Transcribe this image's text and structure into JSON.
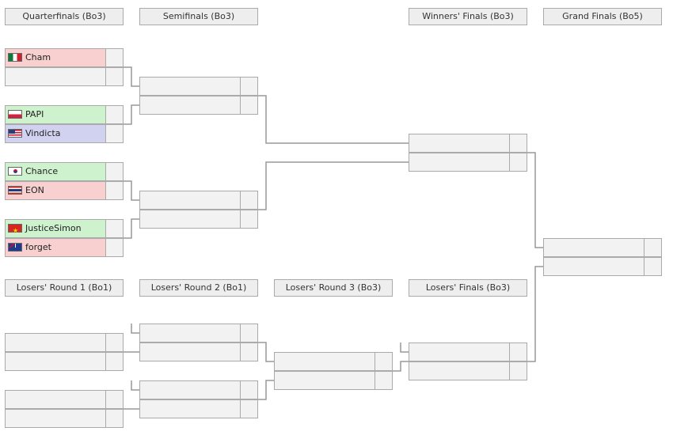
{
  "headers": {
    "quarterfinals": "Quarterfinals (Bo3)",
    "semifinals": "Semifinals (Bo3)",
    "winners_finals": "Winners' Finals (Bo3)",
    "grand_finals": "Grand Finals (Bo5)",
    "losers_r1": "Losers' Round 1 (Bo1)",
    "losers_r2": "Losers' Round 2 (Bo1)",
    "losers_r3": "Losers' Round 3 (Bo3)",
    "losers_finals": "Losers' Finals (Bo3)"
  },
  "quarterfinals": [
    {
      "top": {
        "name": "Cham",
        "flag": "mexico-flag",
        "status": "lose"
      },
      "bottom": {
        "name": "",
        "status": "empty"
      }
    },
    {
      "top": {
        "name": "PAPI",
        "flag": "poland-flag",
        "status": "win"
      },
      "bottom": {
        "name": "Vindicta",
        "flag": "usa-flag",
        "status": "alt"
      }
    },
    {
      "top": {
        "name": "Chance",
        "flag": "korea-flag",
        "status": "win"
      },
      "bottom": {
        "name": "EON",
        "flag": "thailand-flag",
        "status": "lose"
      }
    },
    {
      "top": {
        "name": "JusticeSimon",
        "flag": "vietnam-flag",
        "status": "win"
      },
      "bottom": {
        "name": "forget",
        "flag": "australia-flag",
        "status": "lose"
      }
    }
  ],
  "colors": {
    "win": "#cdf2cd",
    "lose": "#f8d0d0",
    "alt": "#d0d2f0",
    "empty": "#f2f2f2",
    "border": "#aaaaaa",
    "header_bg": "#eeeeee"
  }
}
